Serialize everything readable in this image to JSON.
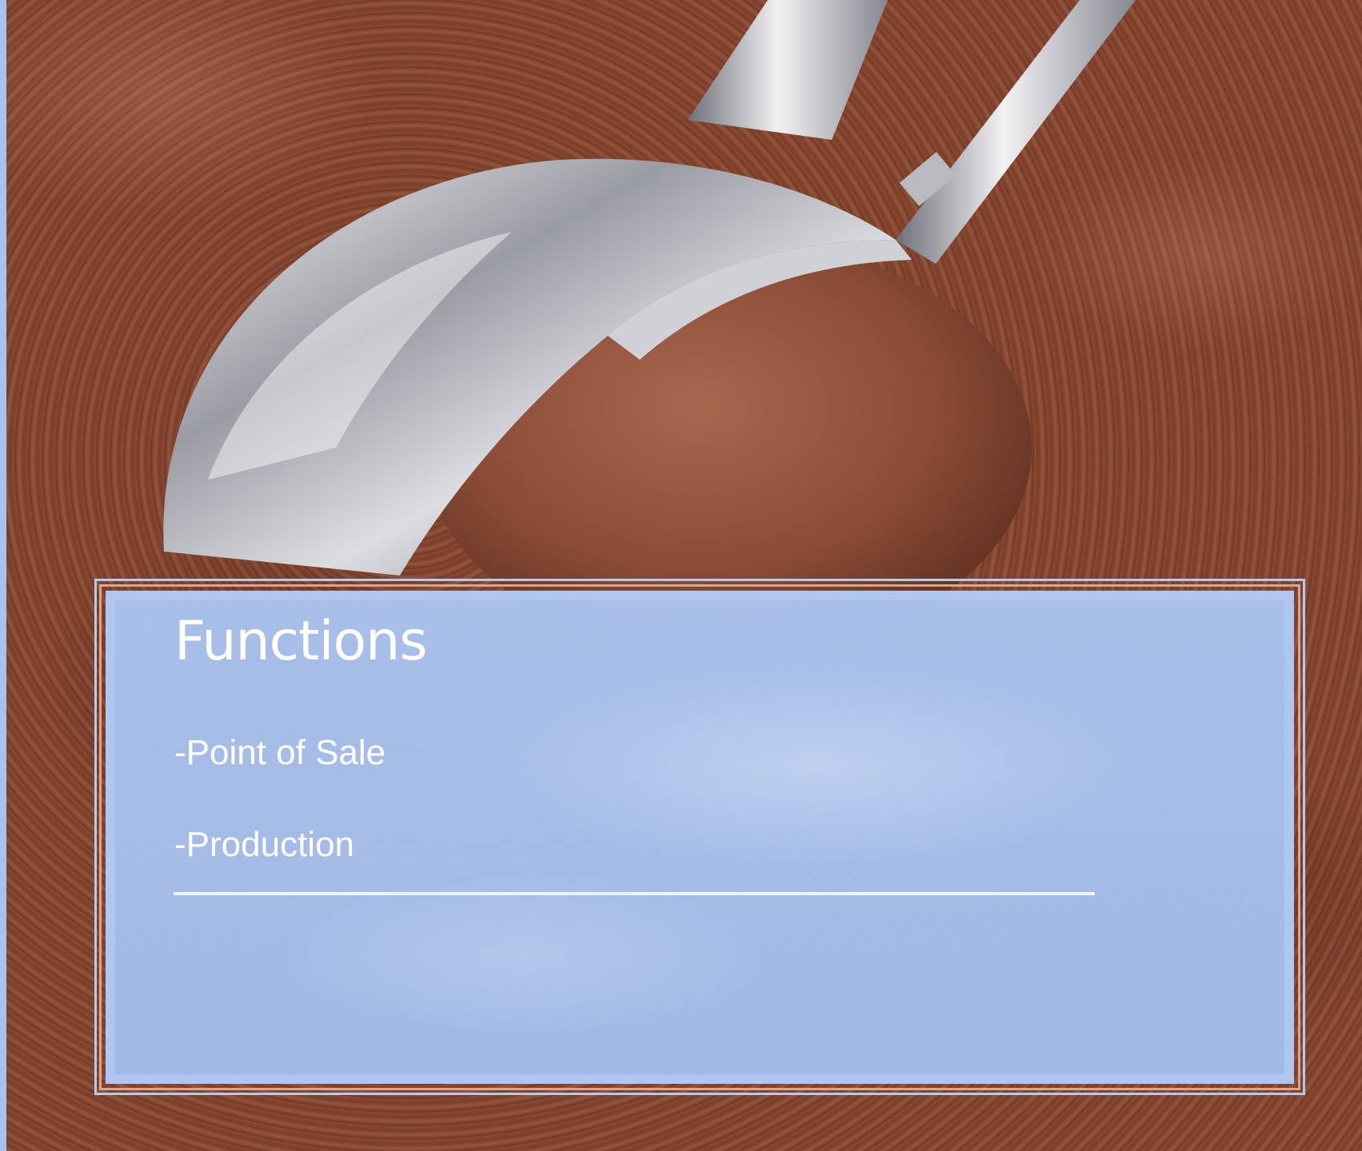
{
  "slide": {
    "title": "Functions",
    "items": [
      "-Point of Sale",
      "-Production"
    ]
  },
  "colors": {
    "panel": "#a9c3ee",
    "panel_border": "#b3cbef",
    "accent_frame": "#d7a58c",
    "text": "#ffffff",
    "background": "#7b412c"
  },
  "icons": {
    "background_photo": "ice-cream-scoop-photo"
  }
}
